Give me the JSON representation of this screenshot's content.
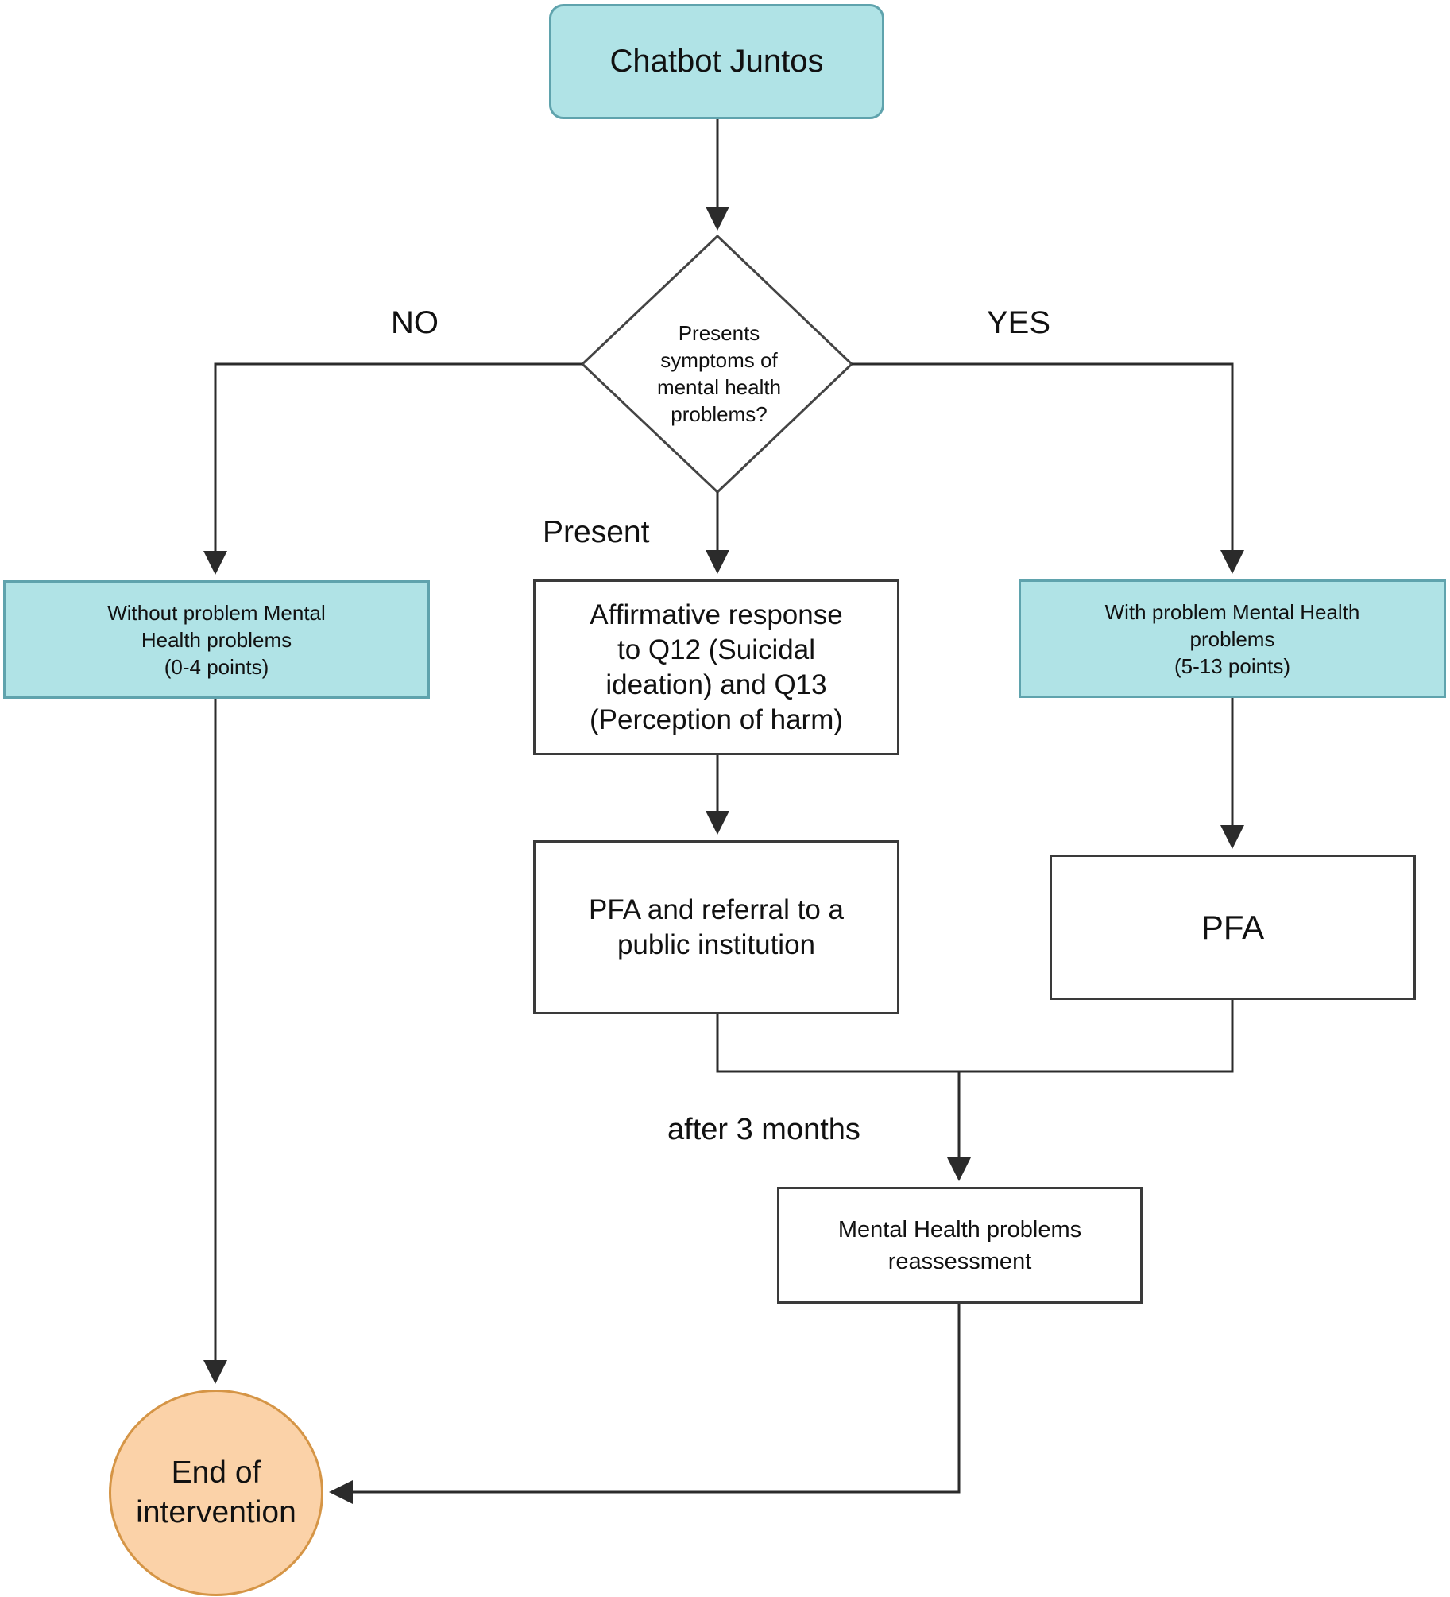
{
  "nodes": {
    "start": "Chatbot Juntos",
    "decision": "Presents\nsymptoms of\nmental health\nproblems?",
    "without_problem": "Without problem Mental\nHealth problems\n(0-4 points)",
    "affirmative": "Affirmative response\nto Q12 (Suicidal\nideation) and Q13\n(Perception of harm)",
    "with_problem": "With problem Mental Health\nproblems\n(5-13 points)",
    "pfa_referral": "PFA and referral to a\npublic institution",
    "pfa": "PFA",
    "reassessment": "Mental Health problems\nreassessment",
    "end": "End of\nintervention"
  },
  "edge_labels": {
    "no": "NO",
    "yes": "YES",
    "present": "Present",
    "after": "after 3 months"
  },
  "colors": {
    "teal_fill": "#b0e3e6",
    "teal_border": "#5fa3ad",
    "end_fill": "#fbd2a8",
    "end_border": "#d59546",
    "line": "#2b2b2b"
  }
}
